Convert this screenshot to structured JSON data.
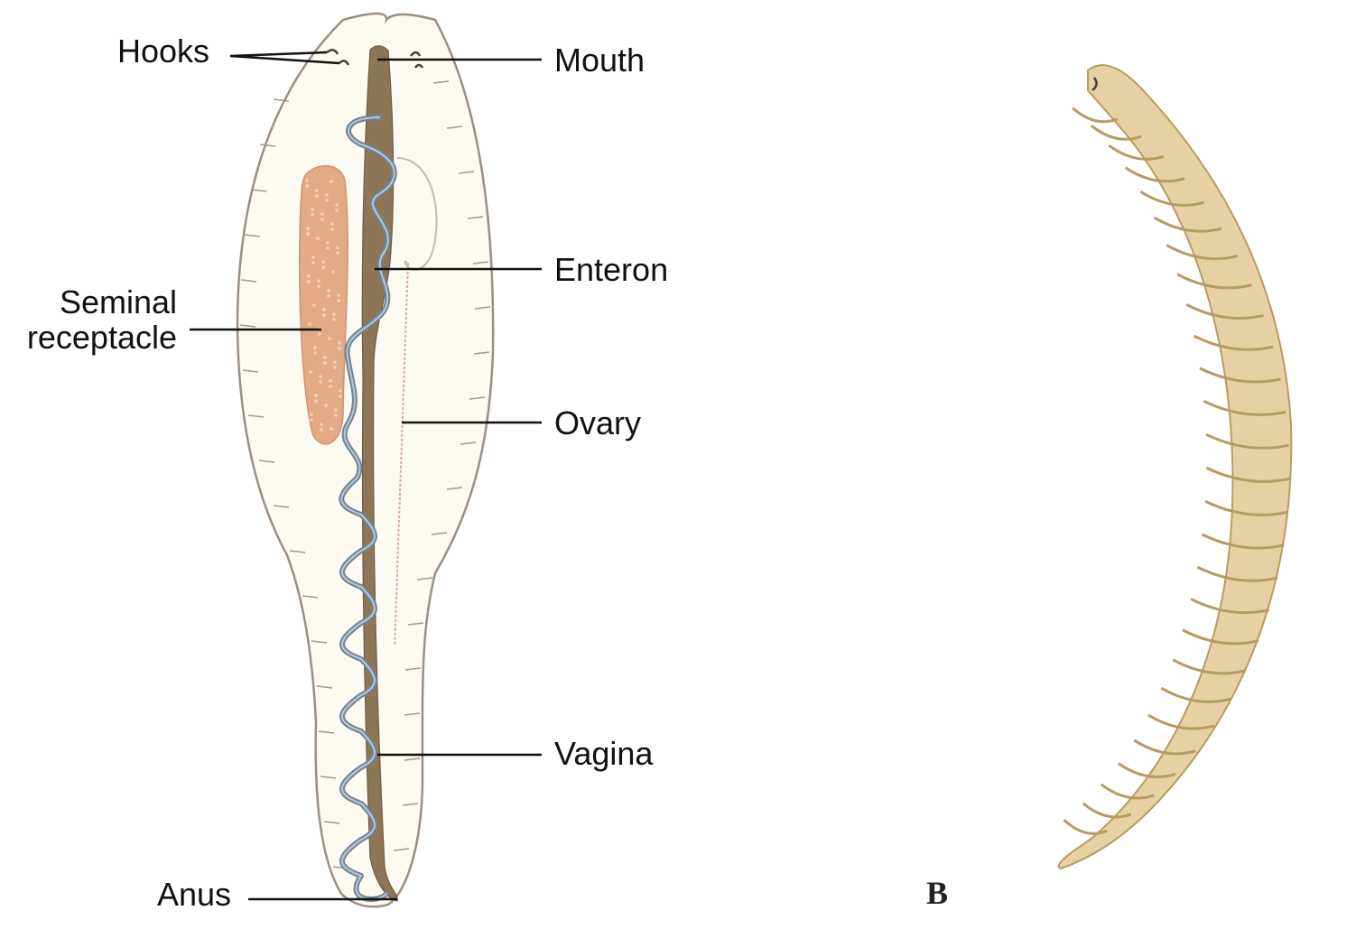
{
  "figure": {
    "labels": {
      "hooks": "Hooks",
      "mouth": "Mouth",
      "enteron": "Enteron",
      "seminal_line1": "Seminal",
      "seminal_line2": "receptacle",
      "ovary": "Ovary",
      "vagina": "Vagina",
      "anus": "Anus"
    },
    "panel_letter": "B"
  },
  "colors": {
    "body_fill": "#fdfaf1",
    "body_outline": "#9b8e82",
    "enteron": "#8d7658",
    "seminal_receptacle": "#e2aa86",
    "vagina": "#6f8496",
    "ovary_dots": "#d4a8ad",
    "worm_fill": "#e7d1a4",
    "worm_shadow": "#b89a62"
  }
}
